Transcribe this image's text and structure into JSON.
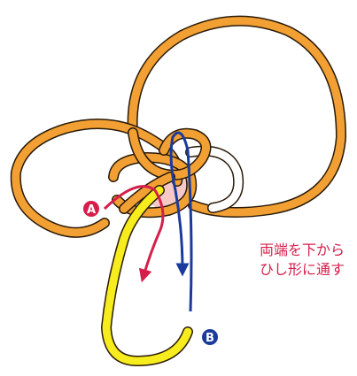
{
  "diagram": {
    "caption_lines": [
      "両端を下から",
      "ひし形に通す"
    ],
    "markers": [
      {
        "id": "A",
        "label": "A",
        "color": "#d61e4b"
      },
      {
        "id": "B",
        "label": "B",
        "color": "#1a3b9c"
      }
    ],
    "colors": {
      "rope": "#f2a033",
      "rope_outline": "#2a1a08",
      "end_segment": "#f7ec1d",
      "arrow_a": "#d61e4b",
      "arrow_b": "#1a3b9c",
      "diamond_fill": "#f6c9c7",
      "caption": "#d61e4b"
    }
  }
}
